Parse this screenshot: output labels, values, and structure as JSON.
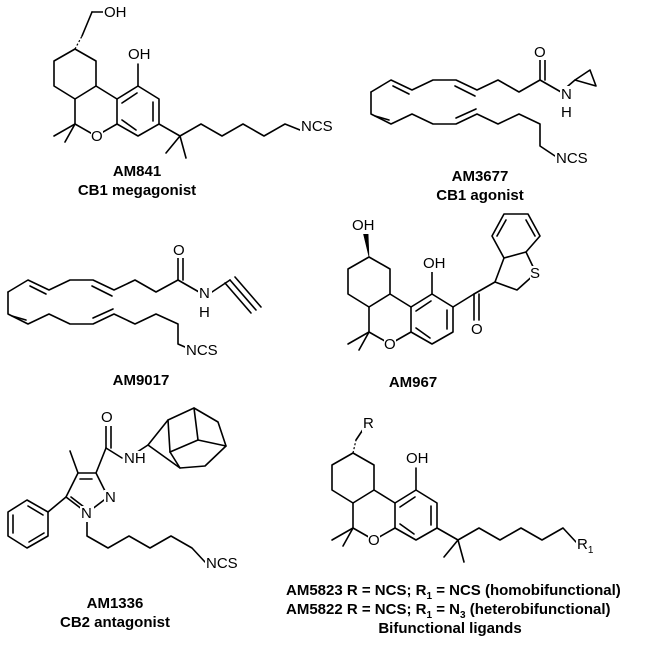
{
  "figure": {
    "compounds": [
      {
        "id": "am841",
        "name": "AM841",
        "description": "CB1 megagonist",
        "atom_labels": {
          "oh_top": "OH",
          "oh_ring": "OH",
          "ring_o": "O",
          "ncs": "NCS"
        }
      },
      {
        "id": "am3677",
        "name": "AM3677",
        "description": "CB1 agonist",
        "atom_labels": {
          "o": "O",
          "n": "N",
          "h": "H",
          "ncs": "NCS"
        }
      },
      {
        "id": "am9017",
        "name": "AM9017",
        "atom_labels": {
          "o": "O",
          "n": "N",
          "h": "H",
          "ncs": "NCS"
        }
      },
      {
        "id": "am967",
        "name": "AM967",
        "atom_labels": {
          "oh_top": "OH",
          "oh_ring": "OH",
          "ring_o": "O",
          "o_carbonyl": "O",
          "s": "S"
        }
      },
      {
        "id": "am1336",
        "name": "AM1336",
        "description": "CB2 antagonist",
        "atom_labels": {
          "o": "O",
          "nh": "NH",
          "n_ring": "N",
          "n_ring2": "N",
          "ncs": "NCS"
        }
      },
      {
        "id": "bifunctional",
        "atom_labels": {
          "r": "R",
          "oh_ring": "OH",
          "ring_o": "O",
          "r1_main": "R",
          "r1_sub": "1"
        },
        "lines": [
          {
            "id": "am5823",
            "segments": [
              {
                "text": "AM5823 R = NCS;  R"
              },
              {
                "text": "1",
                "sub": true
              },
              {
                "text": " = NCS (homobifunctional)"
              }
            ]
          },
          {
            "id": "am5822",
            "segments": [
              {
                "text": "AM5822 R = NCS; R"
              },
              {
                "text": "1",
                "sub": true
              },
              {
                "text": " = N"
              },
              {
                "text": "3",
                "sub": true
              },
              {
                "text": "   (heterobifunctional)"
              }
            ]
          }
        ],
        "description": "Bifunctional ligands"
      }
    ]
  }
}
